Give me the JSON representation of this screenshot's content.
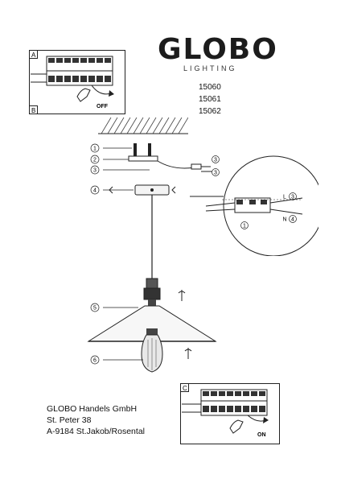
{
  "header": {
    "brand": "GLOBO",
    "subbrand": "LIGHTING",
    "models": [
      "15060",
      "15061",
      "15062"
    ]
  },
  "panels": {
    "top_labels": [
      "A",
      "B"
    ],
    "top_off": "OFF",
    "bottom_label": "C",
    "bottom_on": "ON"
  },
  "callouts": [
    "1",
    "2",
    "3",
    "4",
    "5",
    "6"
  ],
  "wiring": {
    "detail_labels": [
      "3",
      "3",
      "3",
      "4"
    ],
    "line_label": "L",
    "neutral_label": "N",
    "earth_label": "1"
  },
  "address": {
    "company": "GLOBO Handels GmbH",
    "street": "St. Peter 38",
    "city": "A-9184 St.Jakob/Rosental"
  }
}
